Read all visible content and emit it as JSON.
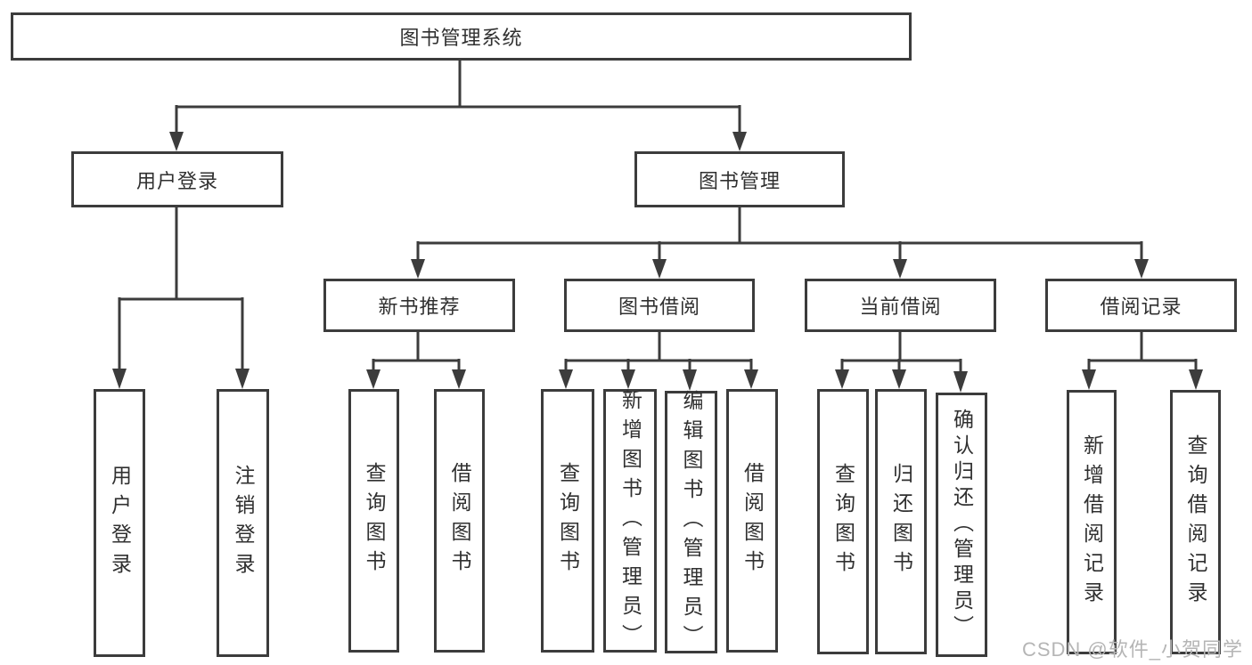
{
  "colors": {
    "line": "#3c3c3c",
    "box_border": "#3c3c3c",
    "text": "#303030",
    "watermark": "#b5b5b5",
    "background": "#ffffff"
  },
  "watermark": "CSDN @软件_小贺同学",
  "tree": {
    "root": {
      "label": "图书管理系统"
    },
    "branches": [
      {
        "label": "用户登录",
        "leaves": [
          {
            "label": "用户登录"
          },
          {
            "label": "注销登录"
          }
        ]
      },
      {
        "label": "图书管理",
        "groups": [
          {
            "label": "新书推荐",
            "leaves": [
              {
                "label": "查询图书"
              },
              {
                "label": "借阅图书"
              }
            ]
          },
          {
            "label": "图书借阅",
            "leaves": [
              {
                "label": "查询图书"
              },
              {
                "label": "新增图书（管理员）"
              },
              {
                "label": "编辑图书（管理员）"
              },
              {
                "label": "借阅图书"
              }
            ]
          },
          {
            "label": "当前借阅",
            "leaves": [
              {
                "label": "查询图书"
              },
              {
                "label": "归还图书"
              },
              {
                "label": "确认归还（管理员）"
              }
            ]
          },
          {
            "label": "借阅记录",
            "leaves": [
              {
                "label": "新增借阅记录"
              },
              {
                "label": "查询借阅记录"
              }
            ]
          }
        ]
      }
    ]
  }
}
